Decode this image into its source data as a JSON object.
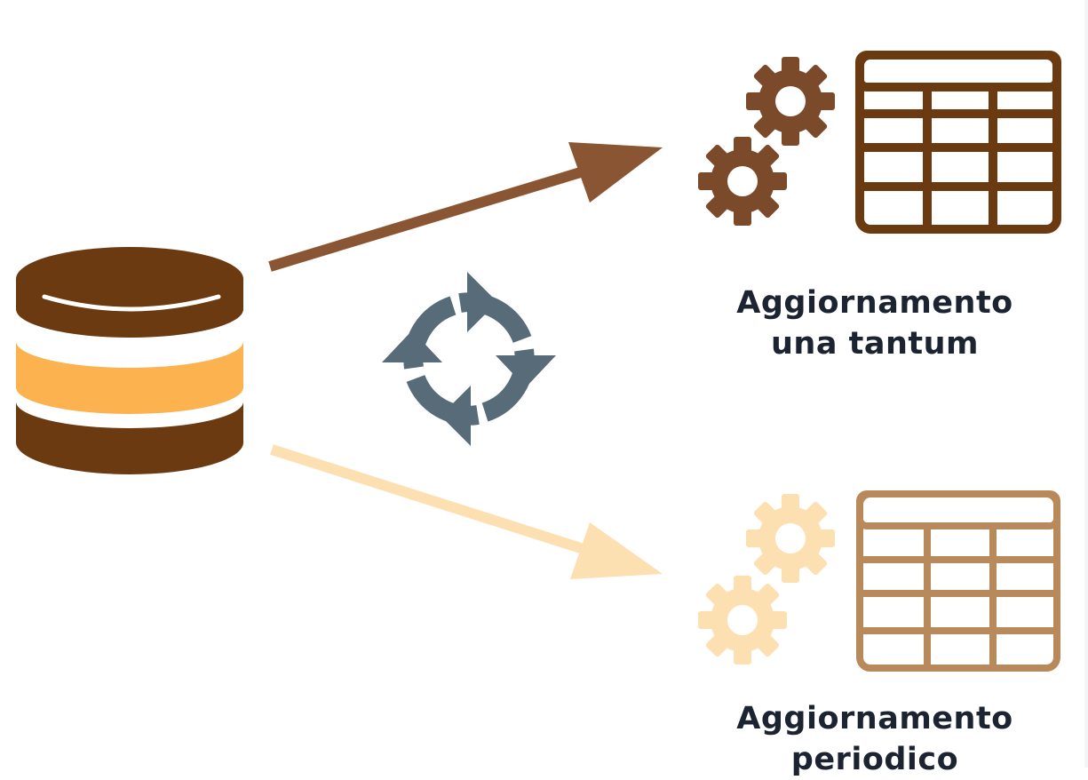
{
  "labels": {
    "one_time": {
      "line1": "Aggiornamento",
      "line2": "una tantum"
    },
    "periodic": {
      "line1": "Aggiornamento",
      "line2": "periodico"
    }
  },
  "icons": {
    "source": "database-icon",
    "cycle": "refresh-cycle-icon",
    "process": "gears-icon",
    "output": "table-icon"
  },
  "colors": {
    "dark_brown": "#6b3a10",
    "arrow_brown": "#8a5532",
    "light_orange": "#fbb24f",
    "pale_peach": "#fde0b2",
    "light_tan": "#b8895a",
    "gear_dark": "#7b4a2a",
    "cycle_gray": "#586b78",
    "text": "#1c2331"
  }
}
